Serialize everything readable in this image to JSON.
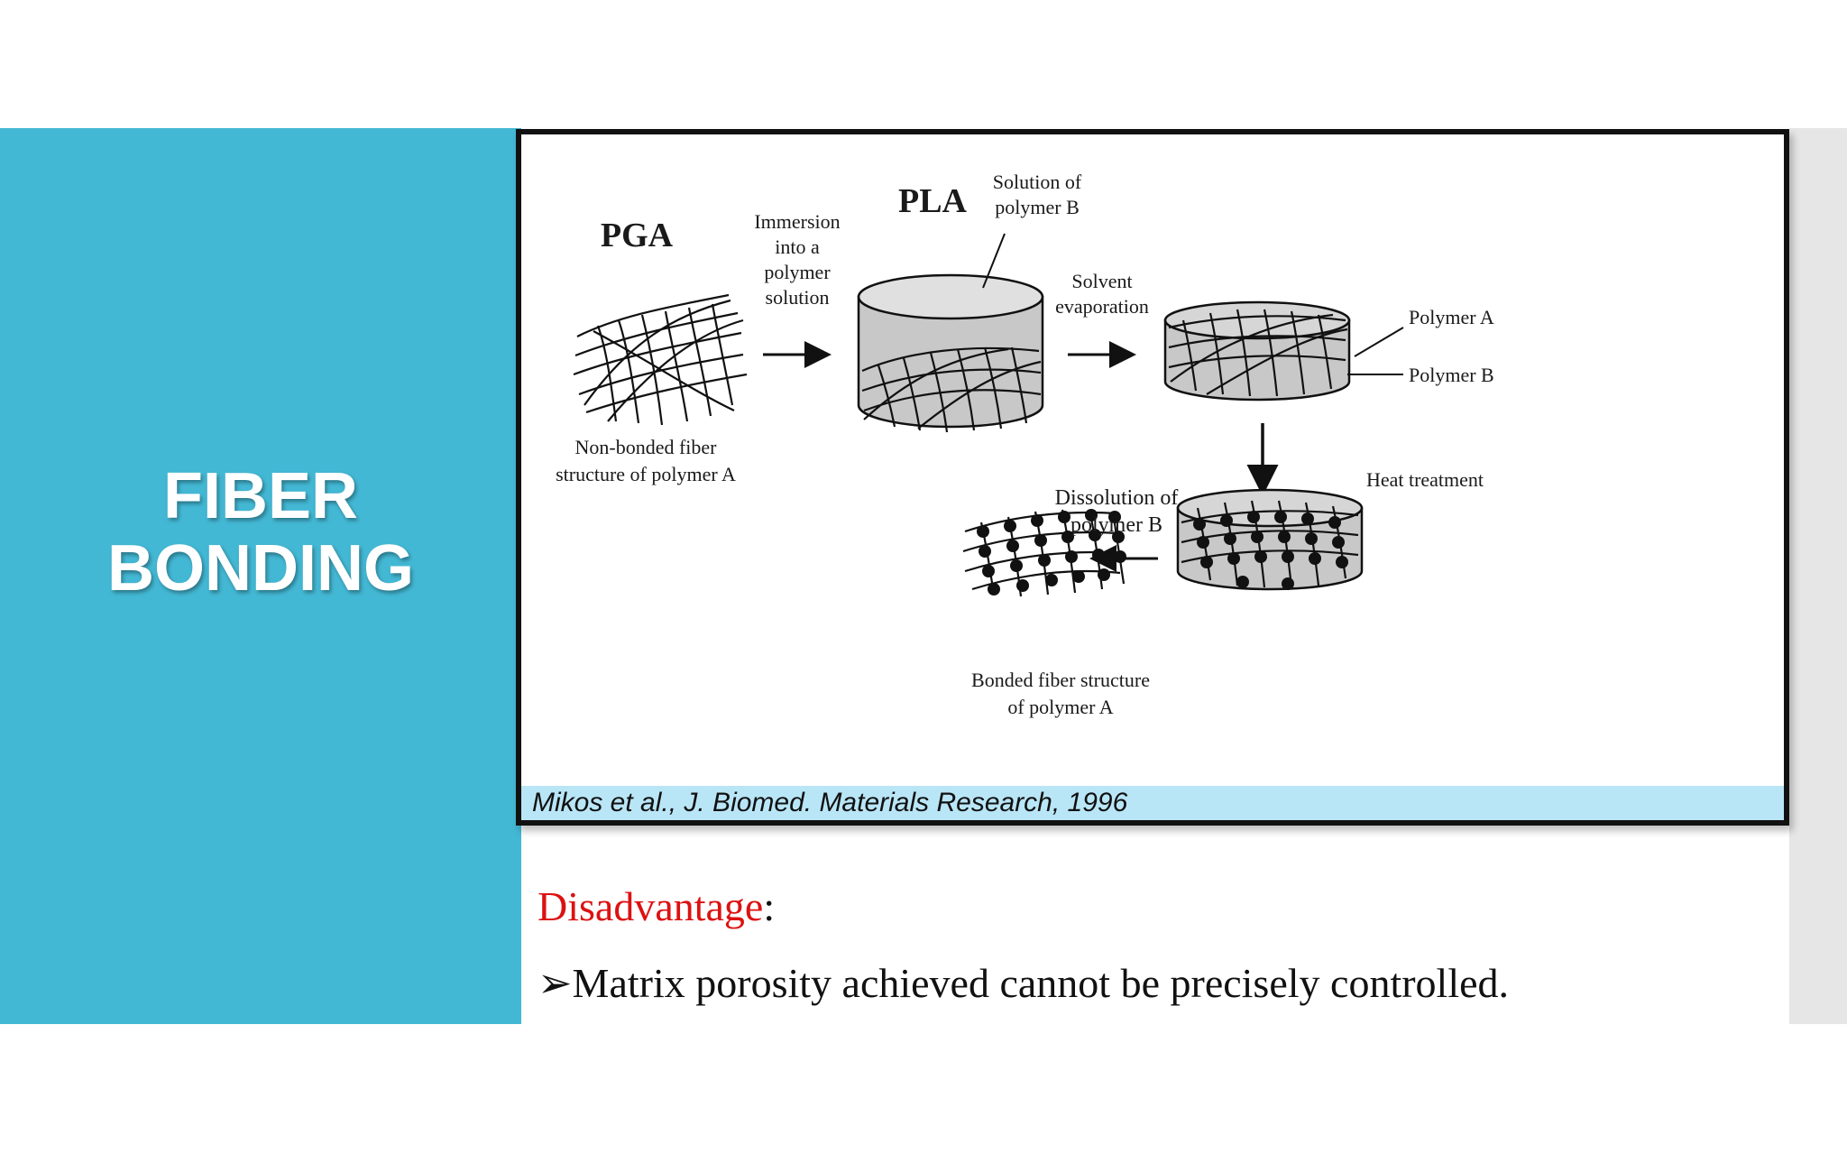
{
  "slide": {
    "title_line1": "FIBER",
    "title_line2": "BONDING"
  },
  "figure": {
    "label_pga": "PGA",
    "label_pla": "PLA",
    "immersion_1": "Immersion",
    "immersion_2": "into a",
    "immersion_3": "polymer",
    "immersion_4": "solution",
    "solution_b_1": "Solution of",
    "solution_b_2": "polymer B",
    "solvent_1": "Solvent",
    "solvent_2": "evaporation",
    "polymer_a": "Polymer A",
    "polymer_b": "Polymer B",
    "nonbonded_1": "Non-bonded fiber",
    "nonbonded_2": "structure of polymer A",
    "heat": "Heat treatment",
    "dissolution_1": "Dissolution of",
    "dissolution_2": "polymer B",
    "bonded_1": "Bonded fiber structure",
    "bonded_2": "of polymer A",
    "citation": "Mikos et al., J. Biomed. Materials Research, 1996"
  },
  "text": {
    "disadvantage_label": "Disadvantage",
    "disadvantage_colon": ":",
    "bullet_symbol": "➢",
    "disadvantage_point": "Matrix porosity achieved cannot be precisely controlled."
  },
  "colors": {
    "panel": "#43b8d4",
    "caption_bg": "#b9e6f7",
    "disadvantage": "#dd1111"
  }
}
